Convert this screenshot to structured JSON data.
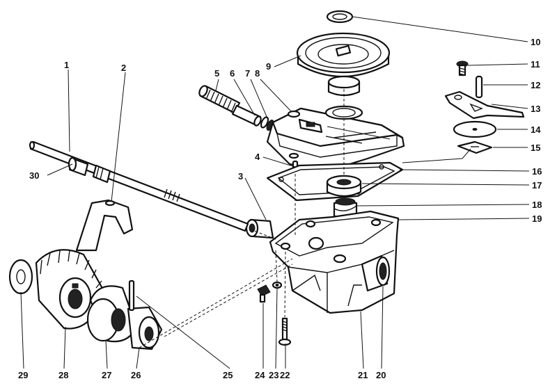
{
  "callouts": [
    "1",
    "2",
    "3",
    "4",
    "5",
    "6",
    "7",
    "8",
    "9",
    "10",
    "11",
    "12",
    "13",
    "14",
    "15",
    "16",
    "17",
    "18",
    "19",
    "20",
    "21",
    "22",
    "23",
    "24",
    "25",
    "26",
    "27",
    "28",
    "29",
    "30"
  ],
  "ink_color": "#111111",
  "background_color": "#ffffff"
}
